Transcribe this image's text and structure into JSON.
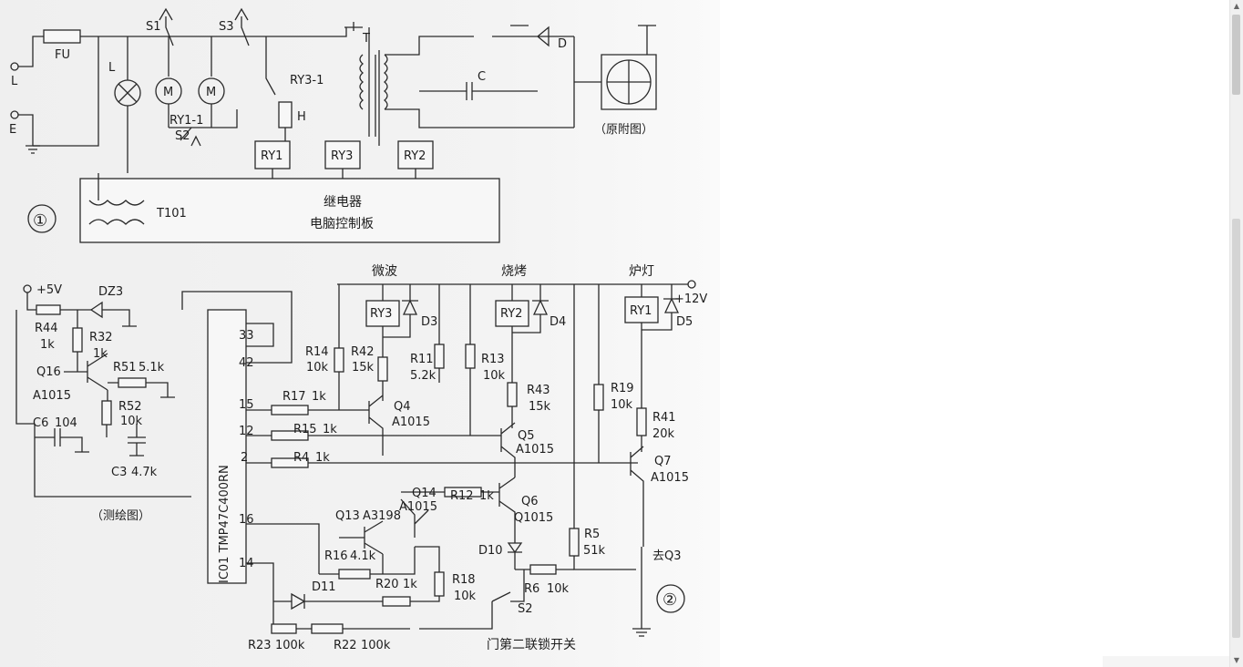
{
  "colors": {
    "ink": "#2a2a2a",
    "paper": "#f1f1f1",
    "viewer_bg": "#ffffff"
  },
  "icons": {
    "scroll_up": "triangle-up",
    "scroll_down": "triangle-down"
  },
  "labels": {
    "FU": "FU",
    "L": "L",
    "E": "E",
    "S1": "S1",
    "S3": "S3",
    "S2": "S2",
    "L_lamp": "L",
    "M1": "M",
    "M2": "M",
    "RY3_1": "RY3-1",
    "H": "H",
    "RY1_1": "RY1-1",
    "T": "T",
    "C": "C",
    "D": "D",
    "orig": "（原附图）",
    "RY1": "RY1",
    "RY3": "RY3",
    "RY2": "RY2",
    "T101": "T101",
    "board1": "继电器",
    "board2": "电脑控制板",
    "circle1": "①",
    "microwave": "微波",
    "grill": "烧烤",
    "lamp": "炉灯",
    "plus5": "+5V",
    "plus12": "+12V",
    "DZ3": "DZ3",
    "R44": "R44",
    "R44v": "1k",
    "R32": "R32",
    "R32v": "1k",
    "Q16": "Q16",
    "Q16t": "A1015",
    "R51": "R51",
    "R51v": "5.1k",
    "R52": "R52",
    "R52v": "10k",
    "C6": "C6",
    "C6v": "104",
    "C3": "C3",
    "C3v": "4.7k",
    "IC": "IC01 TMP47C400RN",
    "p33": "33",
    "p42": "42",
    "p15": "15",
    "p12": "12",
    "p2": "2",
    "p16": "16",
    "p14": "14",
    "R17": "R17",
    "R17v": "1k",
    "R15": "R15",
    "R15v": "1k",
    "R4": "R4",
    "R4v": "1k",
    "R14": "R14",
    "R14v": "10k",
    "R42": "R42",
    "R42v": "15k",
    "RY3b": "RY3",
    "D3": "D3",
    "Q4": "Q4",
    "Q4t": "A1015",
    "R11": "R11",
    "R11v": "5.2k",
    "R13": "R13",
    "R13v": "10k",
    "RY2b": "RY2",
    "D4": "D4",
    "R43": "R43",
    "R43v": "15k",
    "Q5": "Q5",
    "Q5t": "A1015",
    "RY1b": "RY1",
    "D5": "D5",
    "R19": "R19",
    "R19v": "10k",
    "R41": "R41",
    "R41v": "20k",
    "Q7": "Q7",
    "Q7t": "A1015",
    "Q14": "Q14",
    "Q14t": "A1015",
    "R12": "R12",
    "R12v": "1k",
    "Q6": "Q6",
    "Q6t": "Q1015",
    "Q13": "Q13",
    "Q13t": "A3198",
    "R16": "R16",
    "R16v": "4.1k",
    "R20": "R20",
    "R20v": "1k",
    "R18": "R18",
    "R18v": "10k",
    "D10": "D10",
    "R5": "R5",
    "R5v": "51k",
    "toQ3": "去Q3",
    "R6": "R6",
    "R6v": "10k",
    "S2b": "S2",
    "D11": "D11",
    "R23": "R23",
    "R23v": "100k",
    "R22": "R22",
    "R22v": "100k",
    "door": "门第二联锁开关",
    "survey": "（测绘图）",
    "circle2": "②"
  }
}
